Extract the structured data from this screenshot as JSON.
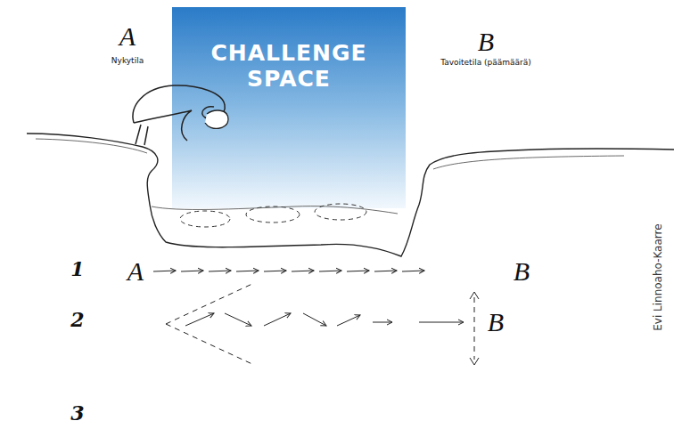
{
  "diagram": {
    "nodes": [
      {
        "text": [
          "CHALLENGE SPACE"
        ]
      }
    ],
    "labels": [
      "A",
      "Nykytila",
      "B",
      "Tavoitetila (päämäärä)",
      "1",
      "A",
      "B",
      "2",
      "B",
      "3",
      "Evi Linnoaho-Kaarre"
    ]
  }
}
